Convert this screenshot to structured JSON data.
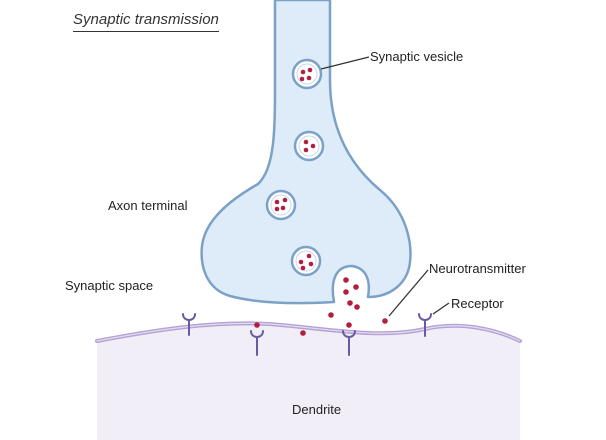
{
  "title": "Synaptic transmission",
  "labels": {
    "synaptic_vesicle": "Synaptic vesicle",
    "axon_terminal": "Axon terminal",
    "synaptic_space": "Synaptic space",
    "neurotransmitter": "Neurotransmitter",
    "receptor": "Receptor",
    "dendrite": "Dendrite"
  },
  "colors": {
    "axon_fill": "#deebf9",
    "axon_stroke": "#7ca1c6",
    "vesicle_fill": "#ffffff",
    "neurotransmitter": "#b21f3e",
    "dendrite_fill": "#f2eef8",
    "membrane": "#b3a2d4",
    "receptor": "#6a5aa1",
    "leader_line": "#333333"
  }
}
